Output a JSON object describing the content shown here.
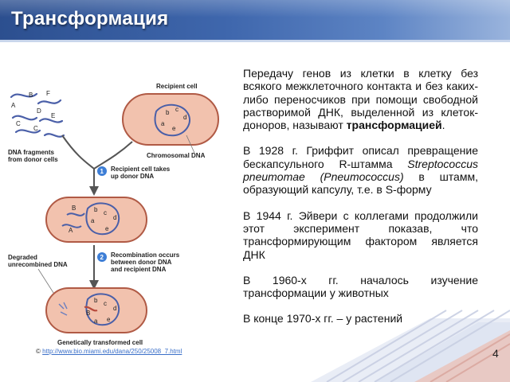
{
  "slide": {
    "title": "Трансформация",
    "page_number": "4"
  },
  "figure": {
    "recipient_cell": "Recipient cell",
    "chromosomal_dna": "Chromosomal DNA",
    "dna_fragments_line1": "DNA fragments",
    "dna_fragments_line2": "from donor cells",
    "fragment_letters": [
      "A",
      "B",
      "F",
      "D",
      "C",
      "E",
      "C"
    ],
    "chromosome_letters": [
      "b",
      "c",
      "d",
      "a",
      "e"
    ],
    "step1_number": "1",
    "step1_line1": "Recipient cell takes",
    "step1_line2": "up donor DNA",
    "cell2_letters": [
      "B",
      "b",
      "c",
      "d",
      "a",
      "e",
      "A"
    ],
    "step2_number": "2",
    "step2_line1": "Recombination occurs",
    "step2_line2": "between donor DNA",
    "step2_line3": "and recipient DNA",
    "degraded_line1": "Degraded",
    "degraded_line2": "unrecombined DNA",
    "cell3_letters": [
      "b",
      "c",
      "d",
      "B",
      "e",
      "a"
    ],
    "final_label": "Genetically transformed cell",
    "colors": {
      "cell_fill": "#f2c2ae",
      "cell_border": "#b05a45",
      "dna_blue": "#4a5fa8",
      "dna_red": "#b84a3c",
      "arrow_gray": "#555555"
    }
  },
  "credit": {
    "symbol": "©",
    "link": "http://www.bio.miami.edu/dana/250/25008_7.html"
  },
  "paragraphs": {
    "p1_text": "Передачу генов из клетки в клетку без всякого межклеточного контакта и без каких-либо переносчиков при помощи свободной растворимой ДНК, выделенной из клеток-доноров, называют ",
    "p1_bold": "трансформацией",
    "p1_end": ".",
    "p2_a": "В 1928 г. Гриффит описал превращение бескапсульного R-штамма ",
    "p2_italic": "Streptococcus pneumomae (Pneumococcus)",
    "p2_b": " в штамм, образующий капсулу, т.е. в S-форму",
    "p3": "В 1944 г. Эйвери с коллегами продолжили этот эксперимент показав, что трансформирующим фактором является ДНК",
    "p4": "В 1960-х гг. началось изучение трансформации у животных",
    "p5": "В конце 1970-х гг. – у растений"
  }
}
